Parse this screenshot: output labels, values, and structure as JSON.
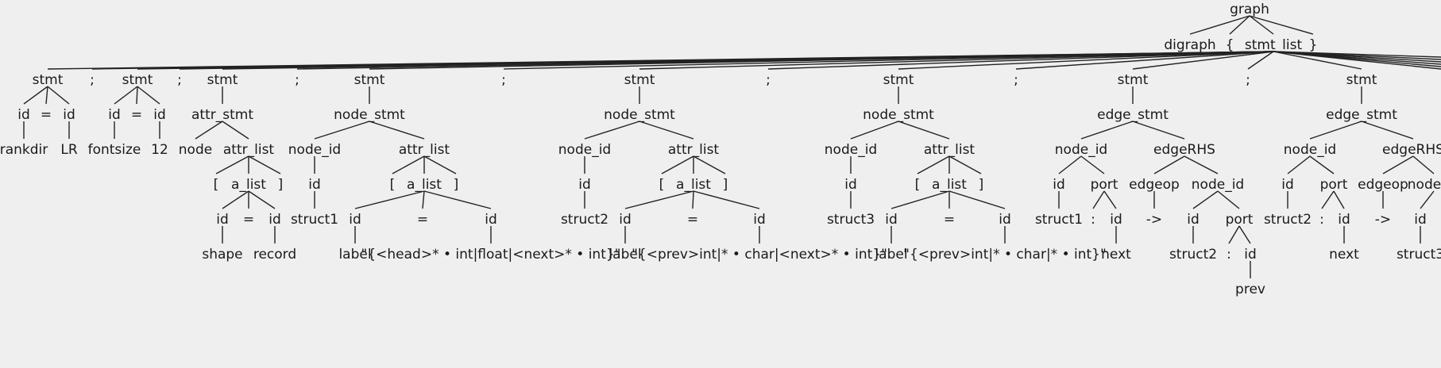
{
  "tree": [
    {
      "id": "graph",
      "label": "graph"
    },
    {
      "id": "digraph",
      "label": "digraph",
      "parent": "graph"
    },
    {
      "id": "lbrace",
      "label": "{",
      "parent": "graph"
    },
    {
      "id": "stmt_list",
      "label": "stmt_list",
      "parent": "graph"
    },
    {
      "id": "rbrace",
      "label": "}",
      "parent": "graph"
    },
    {
      "id": "s1",
      "label": "stmt",
      "parent": "stmt_list"
    },
    {
      "id": "sc1",
      "label": ";",
      "parent": "stmt_list"
    },
    {
      "id": "s2",
      "label": "stmt",
      "parent": "stmt_list"
    },
    {
      "id": "sc2",
      "label": ";",
      "parent": "stmt_list"
    },
    {
      "id": "s3",
      "label": "stmt",
      "parent": "stmt_list"
    },
    {
      "id": "sc3",
      "label": ";",
      "parent": "stmt_list"
    },
    {
      "id": "s4",
      "label": "stmt",
      "parent": "stmt_list"
    },
    {
      "id": "sc4",
      "label": ";",
      "parent": "stmt_list"
    },
    {
      "id": "s5",
      "label": "stmt",
      "parent": "stmt_list"
    },
    {
      "id": "sc5",
      "label": ";",
      "parent": "stmt_list"
    },
    {
      "id": "s6",
      "label": "stmt",
      "parent": "stmt_list"
    },
    {
      "id": "sc6",
      "label": ";",
      "parent": "stmt_list"
    },
    {
      "id": "s7",
      "label": "stmt",
      "parent": "stmt_list"
    },
    {
      "id": "sc7",
      "label": ";",
      "parent": "stmt_list"
    },
    {
      "id": "s8",
      "label": "stmt",
      "parent": "stmt_list"
    },
    {
      "id": "s1_id1",
      "label": "id",
      "parent": "s1"
    },
    {
      "id": "s1_eq",
      "label": "=",
      "parent": "s1"
    },
    {
      "id": "s1_id2",
      "label": "id",
      "parent": "s1"
    },
    {
      "id": "s1_k",
      "label": "rankdir",
      "parent": "s1_id1"
    },
    {
      "id": "s1_v",
      "label": "LR",
      "parent": "s1_id2"
    },
    {
      "id": "s2_id1",
      "label": "id",
      "parent": "s2"
    },
    {
      "id": "s2_eq",
      "label": "=",
      "parent": "s2"
    },
    {
      "id": "s2_id2",
      "label": "id",
      "parent": "s2"
    },
    {
      "id": "s2_k",
      "label": "fontsize",
      "parent": "s2_id1"
    },
    {
      "id": "s2_v",
      "label": "12",
      "parent": "s2_id2"
    },
    {
      "id": "s3_as",
      "label": "attr_stmt",
      "parent": "s3"
    },
    {
      "id": "s3_node",
      "label": "node",
      "parent": "s3_as"
    },
    {
      "id": "s3_al",
      "label": "attr_list",
      "parent": "s3_as"
    },
    {
      "id": "s3_lb",
      "label": "[",
      "parent": "s3_al"
    },
    {
      "id": "s3_alist",
      "label": "a_list",
      "parent": "s3_al"
    },
    {
      "id": "s3_rb",
      "label": "]",
      "parent": "s3_al"
    },
    {
      "id": "s3_id1",
      "label": "id",
      "parent": "s3_alist"
    },
    {
      "id": "s3_eq",
      "label": "=",
      "parent": "s3_alist"
    },
    {
      "id": "s3_id2",
      "label": "id",
      "parent": "s3_alist"
    },
    {
      "id": "s3_k",
      "label": "shape",
      "parent": "s3_id1"
    },
    {
      "id": "s3_v",
      "label": "record",
      "parent": "s3_id2"
    },
    {
      "id": "s4_ns",
      "label": "node_stmt",
      "parent": "s4"
    },
    {
      "id": "s4_nid",
      "label": "node_id",
      "parent": "s4_ns"
    },
    {
      "id": "s4_al",
      "label": "attr_list",
      "parent": "s4_ns"
    },
    {
      "id": "s4_nidid",
      "label": "id",
      "parent": "s4_nid"
    },
    {
      "id": "s4_name",
      "label": "struct1",
      "parent": "s4_nidid"
    },
    {
      "id": "s4_lb",
      "label": "[",
      "parent": "s4_al"
    },
    {
      "id": "s4_alist",
      "label": "a_list",
      "parent": "s4_al"
    },
    {
      "id": "s4_rb",
      "label": "]",
      "parent": "s4_al"
    },
    {
      "id": "s4_id1",
      "label": "id",
      "parent": "s4_alist"
    },
    {
      "id": "s4_eq",
      "label": "=",
      "parent": "s4_alist"
    },
    {
      "id": "s4_id2",
      "label": "id",
      "parent": "s4_alist"
    },
    {
      "id": "s4_k",
      "label": "label",
      "parent": "s4_id1"
    },
    {
      "id": "s4_v",
      "label": "\"{<head>* • int|float|<next>* • int}\"",
      "parent": "s4_id2"
    },
    {
      "id": "s5_ns",
      "label": "node_stmt",
      "parent": "s5"
    },
    {
      "id": "s5_nid",
      "label": "node_id",
      "parent": "s5_ns"
    },
    {
      "id": "s5_al",
      "label": "attr_list",
      "parent": "s5_ns"
    },
    {
      "id": "s5_nidid",
      "label": "id",
      "parent": "s5_nid"
    },
    {
      "id": "s5_name",
      "label": "struct2",
      "parent": "s5_nidid"
    },
    {
      "id": "s5_lb",
      "label": "[",
      "parent": "s5_al"
    },
    {
      "id": "s5_alist",
      "label": "a_list",
      "parent": "s5_al"
    },
    {
      "id": "s5_rb",
      "label": "]",
      "parent": "s5_al"
    },
    {
      "id": "s5_id1",
      "label": "id",
      "parent": "s5_alist"
    },
    {
      "id": "s5_eq",
      "label": "=",
      "parent": "s5_alist"
    },
    {
      "id": "s5_id2",
      "label": "id",
      "parent": "s5_alist"
    },
    {
      "id": "s5_k",
      "label": "label",
      "parent": "s5_id1"
    },
    {
      "id": "s5_v",
      "label": "\"{<prev>int|* • char|<next>* • int}\"",
      "parent": "s5_id2"
    },
    {
      "id": "s6_ns",
      "label": "node_stmt",
      "parent": "s6"
    },
    {
      "id": "s6_nid",
      "label": "node_id",
      "parent": "s6_ns"
    },
    {
      "id": "s6_al",
      "label": "attr_list",
      "parent": "s6_ns"
    },
    {
      "id": "s6_nidid",
      "label": "id",
      "parent": "s6_nid"
    },
    {
      "id": "s6_name",
      "label": "struct3",
      "parent": "s6_nidid"
    },
    {
      "id": "s6_lb",
      "label": "[",
      "parent": "s6_al"
    },
    {
      "id": "s6_alist",
      "label": "a_list",
      "parent": "s6_al"
    },
    {
      "id": "s6_rb",
      "label": "]",
      "parent": "s6_al"
    },
    {
      "id": "s6_id1",
      "label": "id",
      "parent": "s6_alist"
    },
    {
      "id": "s6_eq",
      "label": "=",
      "parent": "s6_alist"
    },
    {
      "id": "s6_id2",
      "label": "id",
      "parent": "s6_alist"
    },
    {
      "id": "s6_k",
      "label": "label",
      "parent": "s6_id1"
    },
    {
      "id": "s6_v",
      "label": "\"{<prev>int|* • char|* • int}\"",
      "parent": "s6_id2"
    },
    {
      "id": "s7_es",
      "label": "edge_stmt",
      "parent": "s7"
    },
    {
      "id": "s7_nid",
      "label": "node_id",
      "parent": "s7_es"
    },
    {
      "id": "s7_rhs",
      "label": "edgeRHS",
      "parent": "s7_es"
    },
    {
      "id": "s7_nidid",
      "label": "id",
      "parent": "s7_nid"
    },
    {
      "id": "s7_port",
      "label": "port",
      "parent": "s7_nid"
    },
    {
      "id": "s7_name",
      "label": "struct1",
      "parent": "s7_nidid"
    },
    {
      "id": "s7_colon",
      "label": ":",
      "parent": "s7_port"
    },
    {
      "id": "s7_portid",
      "label": "id",
      "parent": "s7_port"
    },
    {
      "id": "s7_portname",
      "label": "next",
      "parent": "s7_portid"
    },
    {
      "id": "s7_op",
      "label": "edgeop",
      "parent": "s7_rhs"
    },
    {
      "id": "s7_nid2",
      "label": "node_id",
      "parent": "s7_rhs"
    },
    {
      "id": "s7_arrow",
      "label": "->",
      "parent": "s7_op"
    },
    {
      "id": "s7_nid2id",
      "label": "id",
      "parent": "s7_nid2"
    },
    {
      "id": "s7_port2",
      "label": "port",
      "parent": "s7_nid2"
    },
    {
      "id": "s7_name2",
      "label": "struct2",
      "parent": "s7_nid2id"
    },
    {
      "id": "s7_colon2",
      "label": ":",
      "parent": "s7_port2"
    },
    {
      "id": "s7_port2id",
      "label": "id",
      "parent": "s7_port2"
    },
    {
      "id": "s7_port2name",
      "label": "prev",
      "parent": "s7_port2id"
    },
    {
      "id": "s8_es",
      "label": "edge_stmt",
      "parent": "s8"
    },
    {
      "id": "s8_nid",
      "label": "node_id",
      "parent": "s8_es"
    },
    {
      "id": "s8_rhs",
      "label": "edgeRHS",
      "parent": "s8_es"
    },
    {
      "id": "s8_nidid",
      "label": "id",
      "parent": "s8_nid"
    },
    {
      "id": "s8_port",
      "label": "port",
      "parent": "s8_nid"
    },
    {
      "id": "s8_name",
      "label": "struct2",
      "parent": "s8_nidid"
    },
    {
      "id": "s8_colon",
      "label": ":",
      "parent": "s8_port"
    },
    {
      "id": "s8_portid",
      "label": "id",
      "parent": "s8_port"
    },
    {
      "id": "s8_portname",
      "label": "next",
      "parent": "s8_portid"
    },
    {
      "id": "s8_op",
      "label": "edgeop",
      "parent": "s8_rhs"
    },
    {
      "id": "s8_nid2",
      "label": "node_id",
      "parent": "s8_rhs"
    },
    {
      "id": "s8_arrow",
      "label": "->",
      "parent": "s8_op"
    },
    {
      "id": "s8_nid2id",
      "label": "id",
      "parent": "s8_nid2"
    },
    {
      "id": "s8_name2",
      "label": "struct3",
      "parent": "s8_nid2id"
    }
  ]
}
